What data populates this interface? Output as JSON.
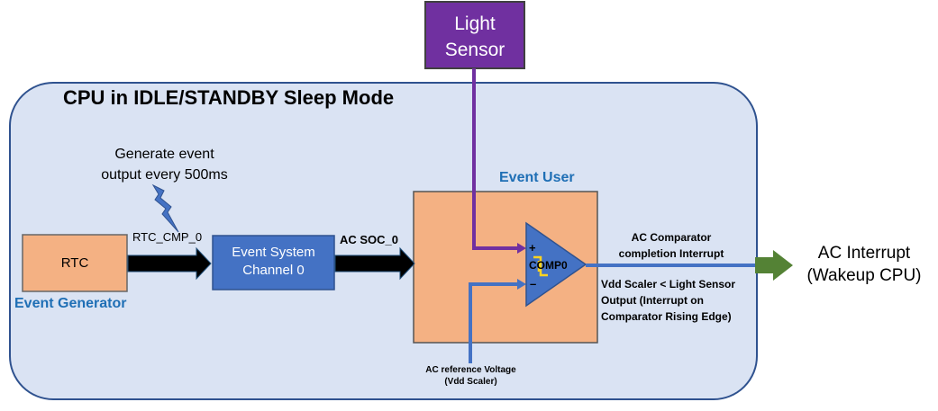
{
  "light_sensor": {
    "line1": "Light",
    "line2": "Sensor"
  },
  "cpu_box": {
    "title": "CPU in IDLE/STANDBY Sleep Mode"
  },
  "event_note": {
    "line1": "Generate event",
    "line2": "output every 500ms"
  },
  "rtc": {
    "label": "RTC",
    "caption": "Event Generator",
    "signal": "RTC_CMP_0"
  },
  "event_system": {
    "line1": "Event System",
    "line2": "Channel 0",
    "signal": "AC SOC_0"
  },
  "event_user": {
    "caption": "Event User"
  },
  "comparator": {
    "name": "COMP0",
    "plus": "+",
    "minus": "–"
  },
  "ac_reference": {
    "line1": "AC reference Voltage",
    "line2": "(Vdd Scaler)"
  },
  "interrupt_note": {
    "line1": "AC Comparator",
    "line2": "completion Interrupt"
  },
  "condition_note": {
    "line1": "Vdd Scaler < Light Sensor",
    "line2": "Output (Interrupt on",
    "line3": "Comparator Rising Edge)"
  },
  "ac_interrupt": {
    "line1": "AC Interrupt",
    "line2": "(Wakeup CPU)"
  },
  "colors": {
    "cpu_fill": "#dae3f3",
    "cpu_stroke": "#2f528f",
    "peach": "#f4b183",
    "blue_box": "#4472c4",
    "purple": "#7030a0",
    "green": "#548235",
    "accent_blue": "#1f6fb5"
  }
}
